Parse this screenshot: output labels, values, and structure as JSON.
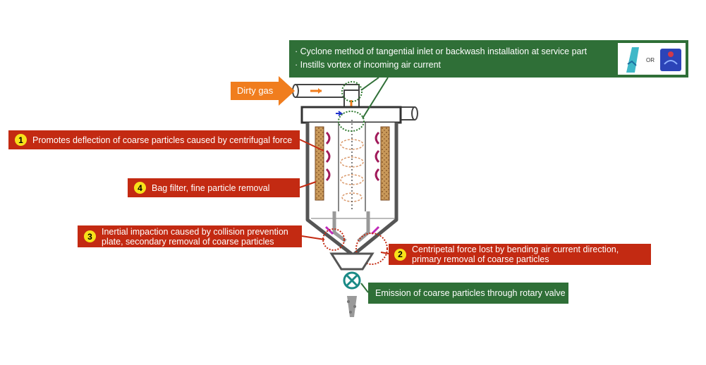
{
  "top_note": {
    "lines": [
      "· Cyclone method of tangential inlet or backwash installation at service part",
      "· Instills vortex of incoming air current"
    ],
    "or_text": "OR"
  },
  "dirty_gas_label": "Dirty gas",
  "callouts": [
    {
      "num": "1",
      "text": "Promotes deflection of coarse particles caused by centrifugal force"
    },
    {
      "num": "4",
      "text": "Bag filter, fine particle removal"
    },
    {
      "num": "3",
      "text": "Inertial impaction caused by collision prevention\nplate, secondary removal of coarse particles"
    },
    {
      "num": "2",
      "text": "Centripetal force lost by bending air current direction,\nprimary removal of coarse particles"
    }
  ],
  "emission_label": "Emission of coarse particles through rotary valve",
  "colors": {
    "callout_red": "#c32a12",
    "callout_green": "#2f6f37",
    "number_badge": "#f7e21a",
    "arrow_orange": "#f07d1e",
    "valve_teal": "#1a8a86",
    "bag_filter": "#b8864a"
  }
}
